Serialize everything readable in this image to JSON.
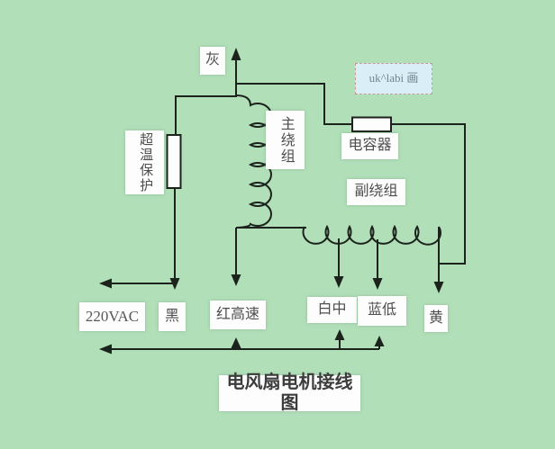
{
  "diagram": {
    "title": "电风扇电机接线图",
    "watermark": "uk^labi 画",
    "labels": {
      "gray": "灰",
      "overtemp": "超温保护",
      "main_winding": "主绕组",
      "capacitor": "电容器",
      "aux_winding": "副绕组",
      "supply": "220VAC",
      "black": "黑",
      "red_high": "红高速",
      "white_mid": "白中",
      "blue_low": "蓝低",
      "yellow": "黄"
    },
    "colors": {
      "background": "#b0dfb8",
      "wire": "#1c221c",
      "label_bg": "#fdfdfd",
      "label_text": "#4e4e4e",
      "watermark_bg": "#d9eef6",
      "watermark_border": "#c49c94",
      "watermark_text": "#70868e"
    }
  }
}
